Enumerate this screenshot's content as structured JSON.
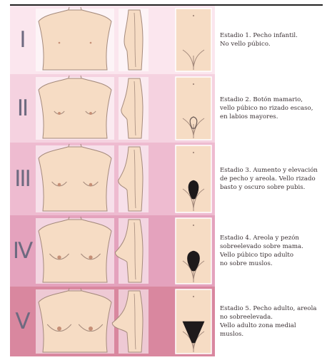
{
  "stages": [
    {
      "numeral": "I",
      "description": "Estadio 1. Pecho infantil.\nNo vello púbico.",
      "band_color": "#fbe6ee",
      "hair": "none"
    },
    {
      "numeral": "II",
      "description": "Estadio 2. Botón mamario,\nvello púbico no rizado escaso,\nen labios mayores.",
      "band_color": "#f5d2e0",
      "hair": "sparse"
    },
    {
      "numeral": "III",
      "description": "Estadio 3. Aumento y elevación\nde pecho y areola. Vello rizado\nbasto y oscuro sobre pubis.",
      "band_color": "#eebbd0",
      "hair": "medium"
    },
    {
      "numeral": "IV",
      "description": "Estadio 4. Areola y pezón\nsobreelevado sobre mama.\nVello púbico tipo adulto\nno sobre muslos.",
      "band_color": "#e4a2bd",
      "hair": "dense"
    },
    {
      "numeral": "V",
      "description": "Estadio 5. Pecho adulto, areola\nno sobreelevada.\nVello adulto zona medial\nmuslos.",
      "band_color": "#d9879f",
      "hair": "adult"
    }
  ],
  "colors": {
    "skin": "#f6dcc4",
    "outline": "#a48a7c",
    "hair": "#1e1a1b",
    "numeral": "#6e6a80"
  }
}
